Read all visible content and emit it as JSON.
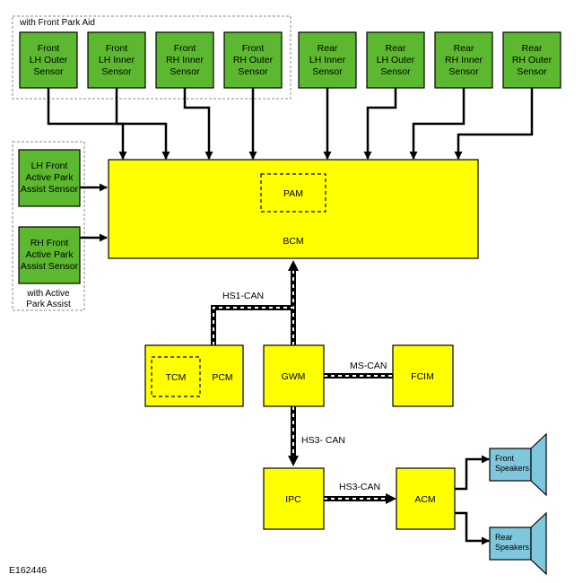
{
  "figure_id": "E162446",
  "groups": {
    "front_park_aid": "with Front Park Aid",
    "active_park_assist": [
      "with Active",
      "Park Assist"
    ]
  },
  "sensors": [
    {
      "key": "front-lh-outer",
      "lines": [
        "Front",
        "LH Outer",
        "Sensor"
      ]
    },
    {
      "key": "front-lh-inner",
      "lines": [
        "Front",
        "LH Inner",
        "Sensor"
      ]
    },
    {
      "key": "front-rh-inner",
      "lines": [
        "Front",
        "RH Inner",
        "Sensor"
      ]
    },
    {
      "key": "front-rh-outer",
      "lines": [
        "Front",
        "RH Outer",
        "Sensor"
      ]
    },
    {
      "key": "rear-lh-inner",
      "lines": [
        "Rear",
        "LH Inner",
        "Sensor"
      ]
    },
    {
      "key": "rear-lh-outer",
      "lines": [
        "Rear",
        "LH Outer",
        "Sensor"
      ]
    },
    {
      "key": "rear-rh-inner",
      "lines": [
        "Rear",
        "RH Inner",
        "Sensor"
      ]
    },
    {
      "key": "rear-rh-outer",
      "lines": [
        "Rear",
        "RH Outer",
        "Sensor"
      ]
    }
  ],
  "active_sensors": [
    {
      "key": "lh-front-active",
      "lines": [
        "LH Front",
        "Active Park",
        "Assist Sensor"
      ]
    },
    {
      "key": "rh-front-active",
      "lines": [
        "RH Front",
        "Active Park",
        "Assist Sensor"
      ]
    }
  ],
  "modules": {
    "bcm": "BCM",
    "pam": "PAM",
    "tcm": "TCM",
    "pcm": "PCM",
    "gwm": "GWM",
    "fcim": "FCIM",
    "ipc": "IPC",
    "acm": "ACM"
  },
  "buses": {
    "hs1": "HS1-CAN",
    "ms": "MS-CAN",
    "hs3_vertical": "HS3- CAN",
    "hs3_horizontal": "HS3-CAN"
  },
  "speakers": {
    "front": [
      "Front",
      "Speakers"
    ],
    "rear": [
      "Rear",
      "Speakers"
    ]
  },
  "colors": {
    "sensor": "#5cb82e",
    "module": "#ffff00",
    "speaker": "#7fc7dc"
  }
}
